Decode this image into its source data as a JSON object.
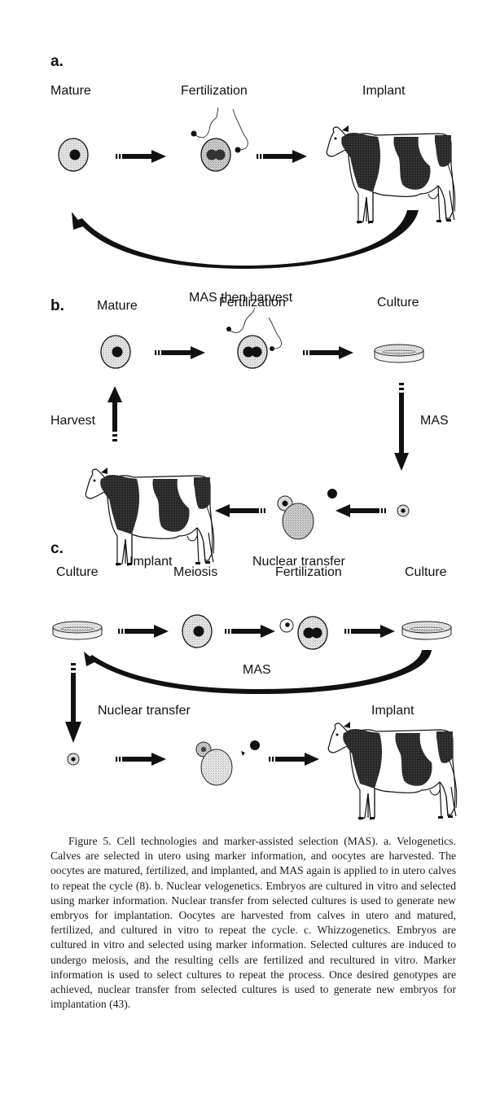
{
  "figure": {
    "panel_a": {
      "letter": "a.",
      "labels": {
        "mature": "Mature",
        "fertilization": "Fertilization",
        "implant": "Implant",
        "loop": "MAS then harvest"
      }
    },
    "panel_b": {
      "letter": "b.",
      "labels": {
        "mature": "Mature",
        "fertilization": "Fertilization",
        "culture": "Culture",
        "harvest": "Harvest",
        "mas": "MAS",
        "implant": "Implant",
        "nuclear_transfer": "Nuclear transfer"
      }
    },
    "panel_c": {
      "letter": "c.",
      "labels": {
        "culture_start": "Culture",
        "meiosis": "Meiosis",
        "fertilization": "Fertilization",
        "culture_end": "Culture",
        "mas": "MAS",
        "nuclear_transfer": "Nuclear transfer",
        "implant": "Implant"
      }
    },
    "colors": {
      "ink": "#111111",
      "cell_fill": "#d9d9d9",
      "cell_light": "#ececec"
    }
  },
  "caption": {
    "text": "Figure 5. Cell technologies and marker-assisted selection (MAS). a. Velogenetics. Calves are selected in utero using marker information, and oocytes are harvested. The oocytes are matured, fertilized, and implanted, and MAS again is applied to in utero calves to repeat the cycle (8). b. Nuclear velogenetics. Embryos are cultured in vitro and selected using marker information. Nuclear transfer from selected cultures is used to generate new embryos for implantation. Oocytes are harvested from calves in utero and ma­tured, fertilized, and cultured in vitro to repeat the cycle. c. Whiz­zogenetics. Embryos are cultured in vitro and selected using mar­ker information. Selected cultures are induced to undergo meiosis, and the resulting cells are fertilized and recultured in vitro. Marker information is used to select cultures to repeat the process. Once desired genotypes are achieved, nuclear transfer from selected cultures is used to generate new embryos for implantation (43)."
  }
}
